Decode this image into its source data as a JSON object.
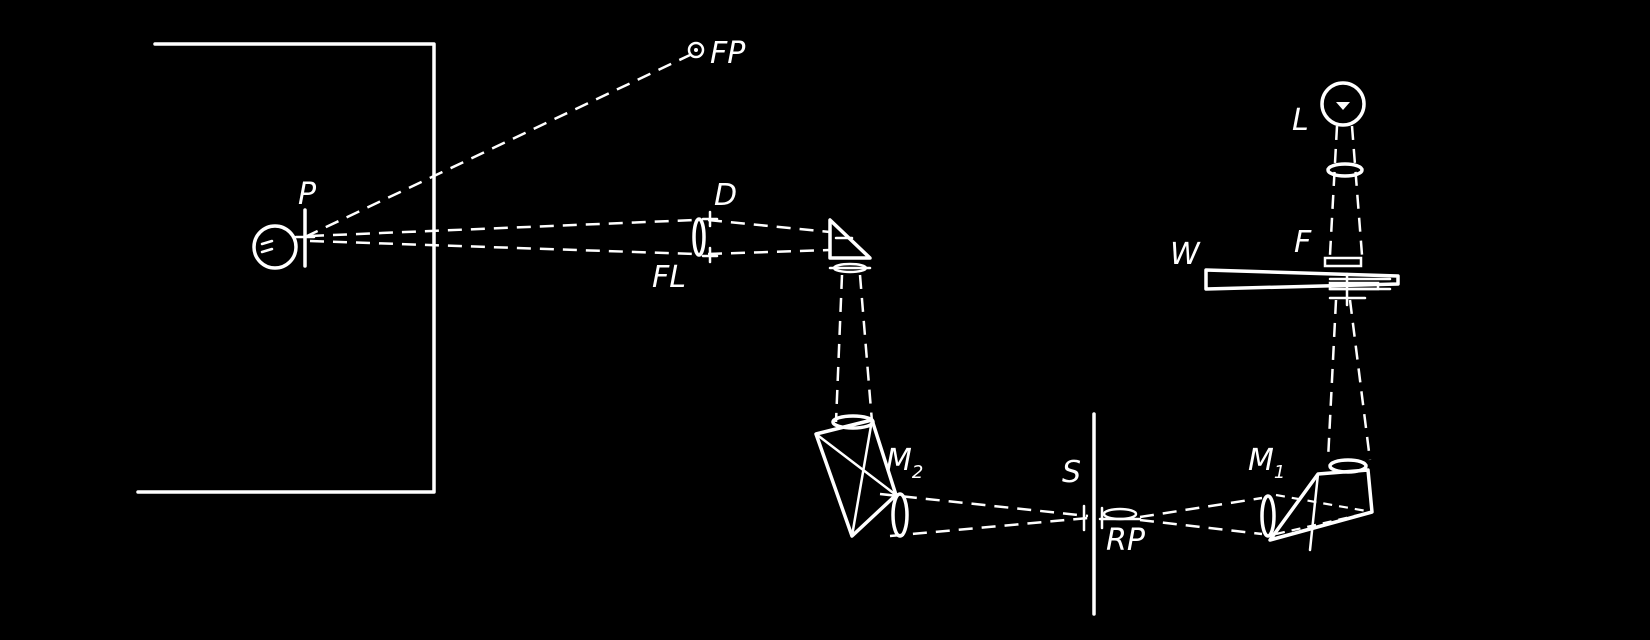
{
  "labels": {
    "fp": "FP",
    "p": "P",
    "d": "D",
    "fl": "FL",
    "m2": "M",
    "m2_sub": "2",
    "s": "S",
    "rp": "RP",
    "m1": "M",
    "m1_sub": "1",
    "l": "L",
    "f": "F",
    "w": "W"
  },
  "colors": {
    "background": "#000000",
    "ink": "#ffffff"
  }
}
